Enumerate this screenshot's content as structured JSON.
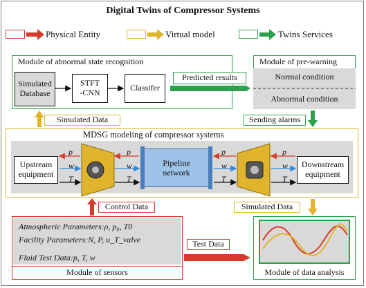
{
  "title": "Digital Twins of Compressor Systems",
  "legend": [
    {
      "label": "Physical Entity",
      "color": "#d63a2a"
    },
    {
      "label": "Virtual model",
      "color": "#e0b42c"
    },
    {
      "label": "Twins Services",
      "color": "#2aa14a"
    }
  ],
  "recognition": {
    "title": "Module of abnormal state recognition",
    "db": "Simulated\nDatabase",
    "stft": "STFT\n-CNN",
    "classifier": "Classifer"
  },
  "prewarning": {
    "title": "Module of pre-warning",
    "normal": "Normal condition",
    "abnormal": "Abnormal condition"
  },
  "labels": {
    "predicted": "Predicted results",
    "simulated_top": "Simulated Data",
    "sending": "Sending alarms",
    "control": "Control Data",
    "simulated_bottom": "Simulated Data",
    "test": "Test Data"
  },
  "mdsg": {
    "title": "MDSG modeling of compressor systems",
    "upstream": "Upstream\nequipment",
    "pipeline": "Pipeline\nnetwork",
    "downstream": "Downstream\nequipment",
    "vars": [
      "p",
      "w",
      "T"
    ]
  },
  "sensors": {
    "line1": "Atmospheric Parameters:ρ,  p₀,  T0",
    "line2": "Facility Parameters:N, P, u_T_valve",
    "line3": "Fluid Test Data:p, T, w",
    "title": "Module of sensors"
  },
  "analysis": {
    "title": "Module of data analysis"
  },
  "colors": {
    "physical": "#d63a2a",
    "virtual": "#e0b42c",
    "services": "#2aa14a",
    "pipe": "#9fc3e8",
    "compressor": "#e0b42c"
  }
}
